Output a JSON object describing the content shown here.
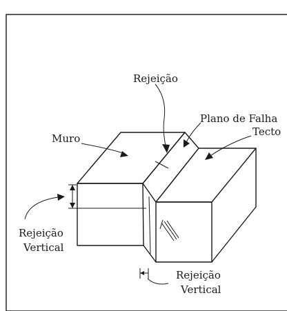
{
  "labels": {
    "rejeicao_top": "Rejeição",
    "plano_de_falha": "Plano de Falha",
    "muro": "Muro",
    "tecto": "Tecto",
    "rejeicao_vertical_left_line1": "Rejeição",
    "rejeicao_vertical_left_line2": "Vertical",
    "rejeicao_vertical_bottom_line1": "Rejeição",
    "rejeicao_vertical_bottom_line2": "Vertical"
  }
}
